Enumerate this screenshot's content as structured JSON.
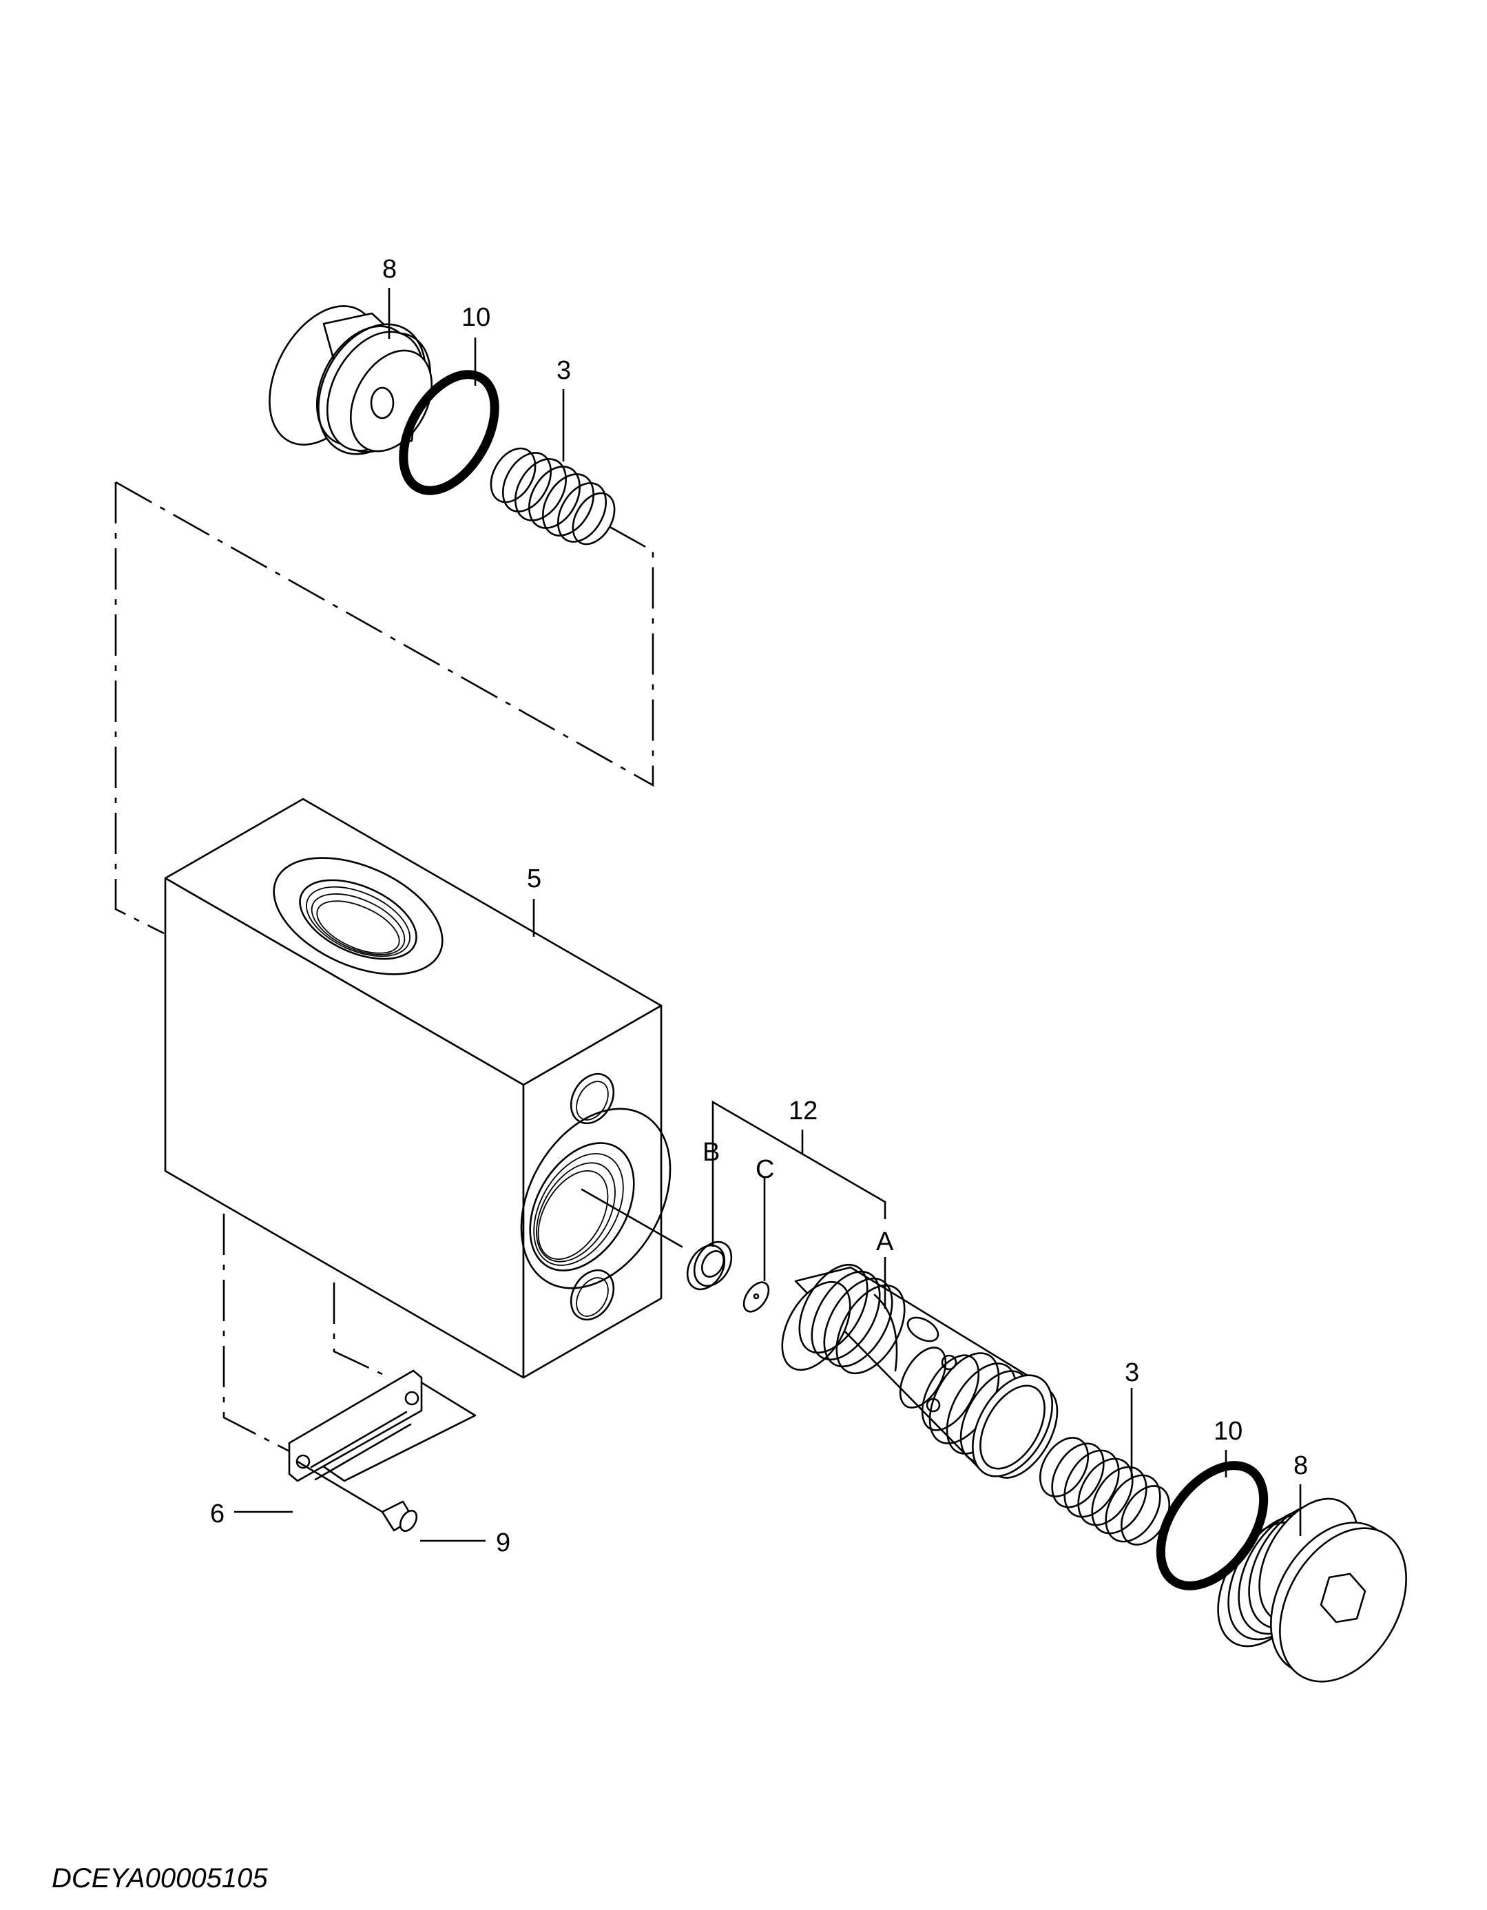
{
  "drawing": {
    "code": "DCEYA00005105"
  },
  "labels": {
    "plug_top": "8",
    "oring_top": "10",
    "spring_top": "3",
    "body": "5",
    "spool_group": "12",
    "sub_b": "B",
    "sub_c": "C",
    "sub_a": "A",
    "spring_bottom": "3",
    "oring_bottom": "10",
    "plug_bottom": "8",
    "plate": "6",
    "pin": "9"
  }
}
